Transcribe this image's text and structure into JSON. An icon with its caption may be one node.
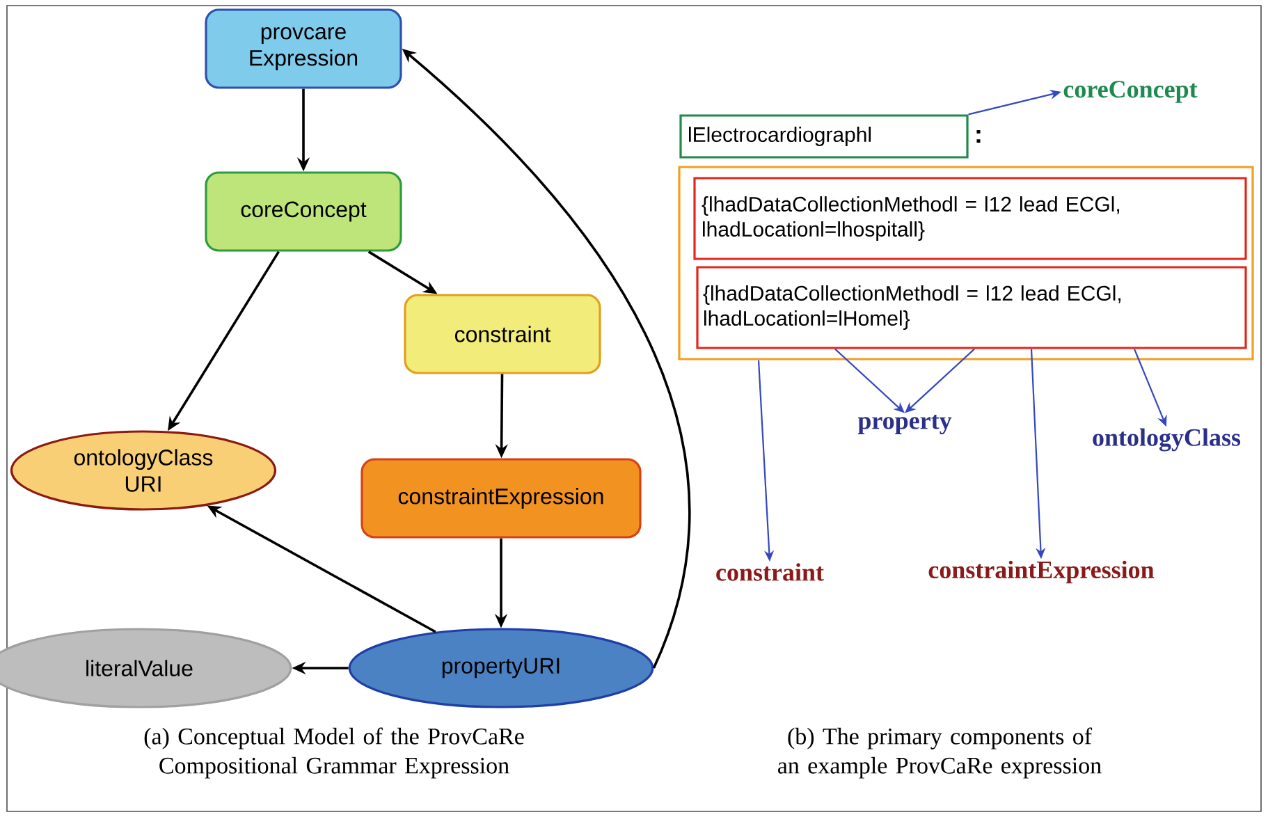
{
  "diagram": {
    "nodes": [
      {
        "text": [
          "provcare Expression"
        ]
      },
      {
        "text": [
          "coreConcept"
        ]
      },
      {
        "text": [
          "constraint"
        ]
      },
      {
        "text": [
          "constraintExpression"
        ]
      },
      {
        "text": [
          "ontologyClass URI"
        ]
      },
      {
        "text": [
          "literalValue"
        ]
      },
      {
        "text": [
          "propertyURI"
        ]
      },
      {
        "text": [
          "lElectrocardiographl"
        ]
      },
      {
        "text": [],
        "shape": "box"
      },
      {
        "text": [
          "{lhadDataCollectionMethodl = l12 lead ECGl, lhadLocationl=lhospitall}"
        ],
        "in": 8
      },
      {
        "text": [
          "{lhadDataCollectionMethodl = l12 lead ECGl, lhadLocationl=lHomel}"
        ],
        "in": 8
      },
      {
        "text": [
          "coreConcept"
        ]
      },
      {
        "text": [
          "property"
        ]
      },
      {
        "text": [
          "ontologyClass"
        ]
      },
      {
        "text": [
          "constraint"
        ]
      },
      {
        "text": [
          "constraintExpression"
        ]
      }
    ],
    "edges": [
      {
        "from": 0,
        "to": 1,
        "arrow": "to"
      },
      {
        "from": 1,
        "to": 2,
        "arrow": "to"
      },
      {
        "from": 1,
        "to": 4,
        "arrow": "to"
      },
      {
        "from": 2,
        "to": 3,
        "arrow": "to"
      },
      {
        "from": 3,
        "to": 6,
        "arrow": "to"
      },
      {
        "from": 6,
        "to": 4,
        "arrow": "to"
      },
      {
        "from": 6,
        "to": 5,
        "arrow": "to"
      },
      {
        "from": 6,
        "to": 0,
        "arrow": "to"
      },
      {
        "from": 7,
        "to": 11,
        "arrow": "to",
        "color": "#3447c0"
      },
      {
        "from": 10,
        "to": 12,
        "arrow": "to",
        "color": "#3447c0"
      },
      {
        "from": 10,
        "to": 12,
        "arrow": "to",
        "color": "#3447c0"
      },
      {
        "from": 10,
        "to": 13,
        "arrow": "to",
        "color": "#3447c0"
      },
      {
        "from": 8,
        "to": 14,
        "arrow": "to",
        "color": "#3447c0"
      },
      {
        "from": 10,
        "to": 15,
        "arrow": "to",
        "color": "#3447c0"
      }
    ],
    "labels": [
      ":",
      "(a) Conceptual Model of the ProvCaRe Compositional Grammar Expression",
      "(b) The primary components of an example ProvCaRe expression"
    ]
  }
}
